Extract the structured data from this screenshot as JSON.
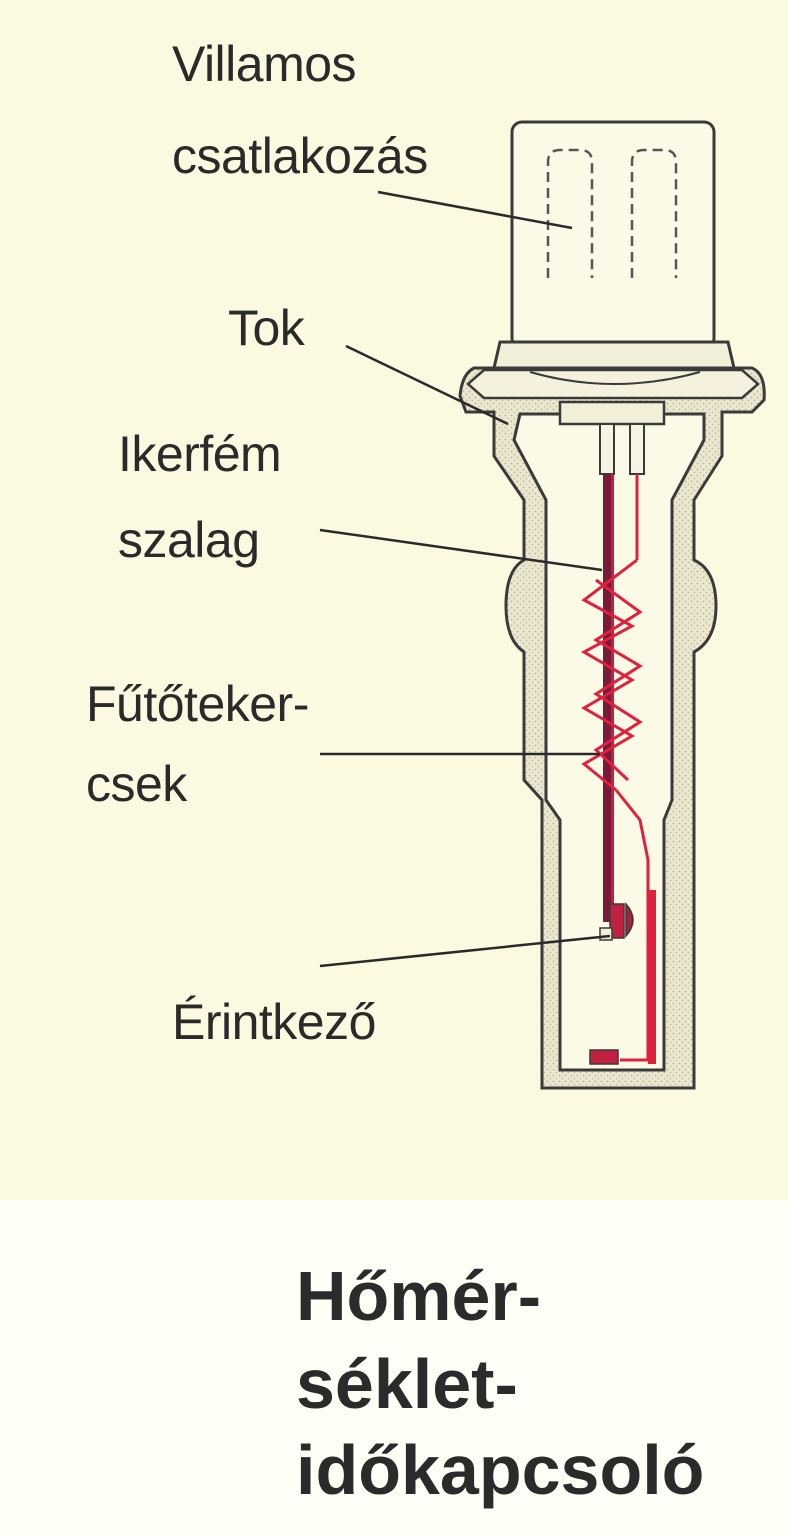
{
  "labels": {
    "connector_line1": "Villamos",
    "connector_line2": "csatlakozás",
    "housing": "Tok",
    "bimetal_line1": "Ikerfém",
    "bimetal_line2": "szalag",
    "heater_line1": "Fűtőteker-",
    "heater_line2": "csek",
    "contact": "Érintkező"
  },
  "title": {
    "line1": "Hőmér-",
    "line2": "séklet-",
    "line3": "időkapcsoló"
  },
  "colors": {
    "background": "#fbfae0",
    "housing_fill": "#e8e3cc",
    "outline": "#3a3a3a",
    "wire_red": "#e0203c",
    "wire_dark": "#7a1a3a"
  }
}
